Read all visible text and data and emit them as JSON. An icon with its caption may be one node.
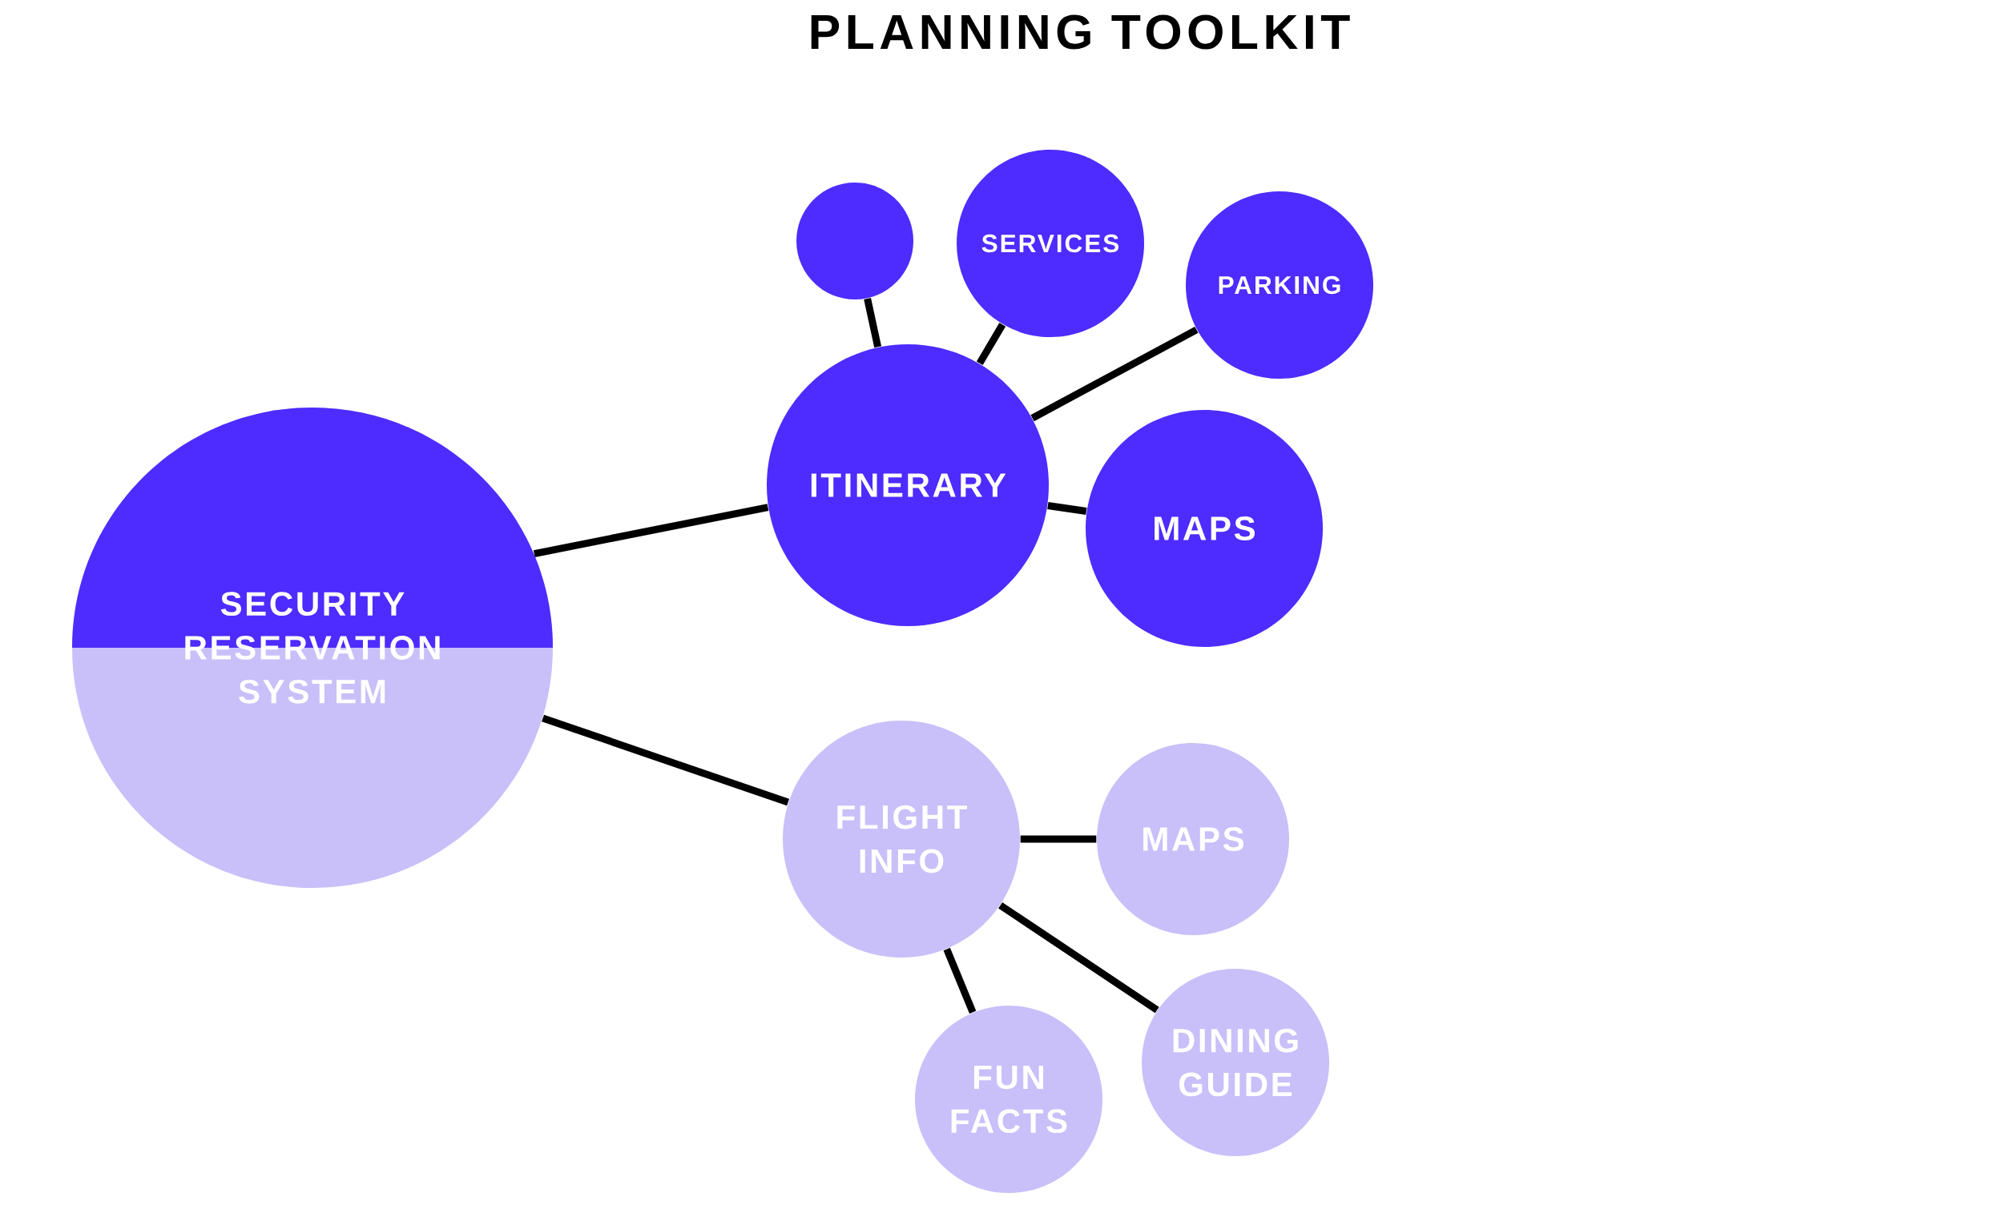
{
  "diagram": {
    "nodes": [
      {
        "text": [
          "SECURITY RESERVATION SYSTEM"
        ]
      },
      {
        "text": [
          "ITINERARY"
        ]
      },
      {
        "text": [],
        "shape": "circle"
      },
      {
        "text": [
          "SERVICES"
        ]
      },
      {
        "text": [
          "PARKING"
        ]
      },
      {
        "text": [
          "MAPS"
        ]
      },
      {
        "text": [
          "FLIGHT INFO"
        ]
      },
      {
        "text": [
          "MAPS"
        ]
      },
      {
        "text": [
          "FUN FACTS"
        ]
      },
      {
        "text": [
          "DINING GUIDE"
        ]
      }
    ],
    "edges": [
      {
        "from": 0,
        "to": 1,
        "arrow": "none"
      },
      {
        "from": 1,
        "to": 2,
        "arrow": "none"
      },
      {
        "from": 1,
        "to": 3,
        "arrow": "none"
      },
      {
        "from": 1,
        "to": 4,
        "arrow": "none"
      },
      {
        "from": 1,
        "to": 5,
        "arrow": "none"
      },
      {
        "from": 0,
        "to": 6,
        "arrow": "none"
      },
      {
        "from": 6,
        "to": 7,
        "arrow": "none"
      },
      {
        "from": 6,
        "to": 8,
        "arrow": "none"
      },
      {
        "from": 6,
        "to": 9,
        "arrow": "none"
      }
    ],
    "labels": [
      "PLANNING TOOLKIT"
    ]
  }
}
